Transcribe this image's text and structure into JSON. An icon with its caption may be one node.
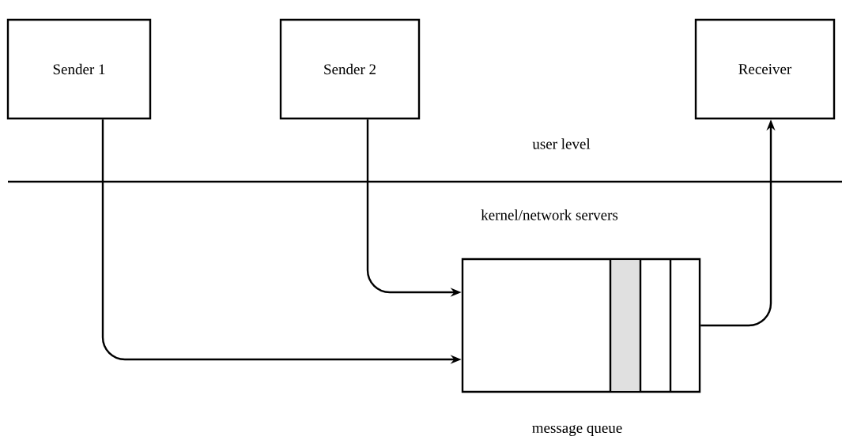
{
  "diagram": {
    "nodes": [
      {
        "text": [
          "Sender 1"
        ]
      },
      {
        "text": [
          "Sender 2"
        ]
      },
      {
        "text": [
          "Receiver"
        ]
      },
      {
        "text": [],
        "shape": "box",
        "beside": [
          "message queue"
        ]
      }
    ],
    "edges": [
      {
        "from": 0,
        "to": 3,
        "arrow": "to"
      },
      {
        "from": 1,
        "to": 3,
        "arrow": "to"
      },
      {
        "from": 3,
        "to": 2,
        "arrow": "to"
      }
    ],
    "labels": [
      "user level",
      "kernel/network servers"
    ]
  }
}
